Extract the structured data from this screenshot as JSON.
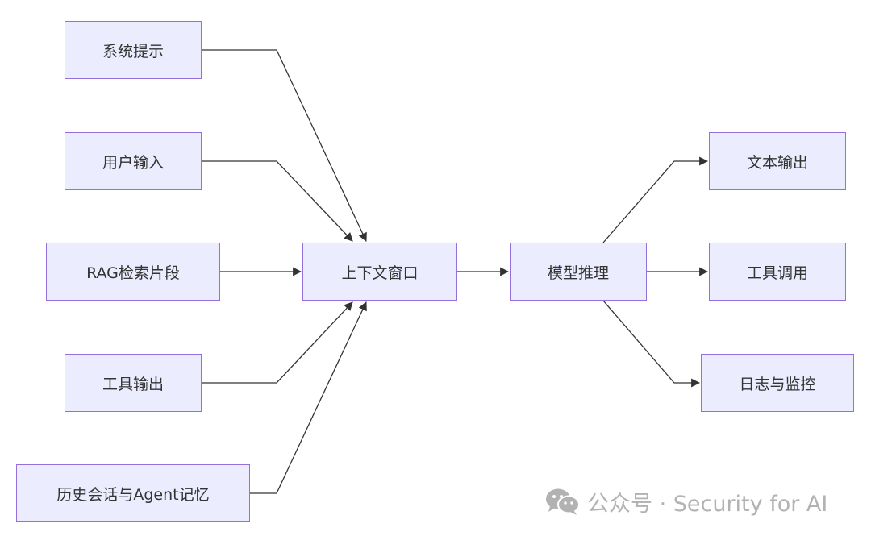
{
  "nodes": {
    "system_prompt": "系统提示",
    "user_input": "用户输入",
    "rag_snippets": "RAG检索片段",
    "tool_output_in": "工具输出",
    "history_memory": "历史会话与Agent记忆",
    "context_window": "上下文窗口",
    "model_inference": "模型推理",
    "text_output": "文本输出",
    "tool_call": "工具调用",
    "logging_monitoring": "日志与监控"
  },
  "edges": [
    {
      "from": "system_prompt",
      "to": "context_window"
    },
    {
      "from": "user_input",
      "to": "context_window"
    },
    {
      "from": "rag_snippets",
      "to": "context_window"
    },
    {
      "from": "tool_output_in",
      "to": "context_window"
    },
    {
      "from": "history_memory",
      "to": "context_window"
    },
    {
      "from": "context_window",
      "to": "model_inference"
    },
    {
      "from": "model_inference",
      "to": "text_output"
    },
    {
      "from": "model_inference",
      "to": "tool_call"
    },
    {
      "from": "model_inference",
      "to": "logging_monitoring"
    }
  ],
  "colors": {
    "node_fill": "#ececff",
    "node_border": "#9370db",
    "edge": "#333333",
    "watermark": "#b2b2b2"
  },
  "watermark": {
    "icon": "wechat-icon",
    "text": "公众号 · Security for AI"
  }
}
